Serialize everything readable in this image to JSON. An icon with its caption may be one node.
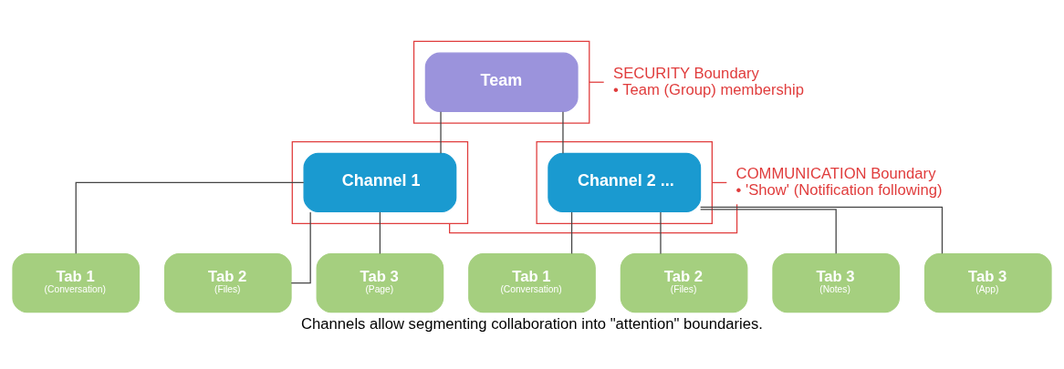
{
  "diagram": {
    "caption": "Channels allow segmenting collaboration into \"attention\" boundaries.",
    "nodes": [
      {
        "text": [],
        "shape": "box"
      },
      {
        "text": [
          "Team"
        ],
        "in": 0
      },
      {
        "text": [
          "SECURITY Boundary",
          "• Team (Group) membership"
        ]
      },
      {
        "text": [],
        "shape": "box"
      },
      {
        "text": [
          "Channel 1"
        ],
        "in": 3
      },
      {
        "text": [
          "COMMUNICATION Boundary",
          "• 'Show' (Notification following)"
        ]
      },
      {
        "text": [],
        "shape": "box"
      },
      {
        "text": [
          "Channel 2 ..."
        ],
        "in": 6
      },
      {
        "text": [
          "Tab 1",
          "(Conversation)"
        ]
      },
      {
        "text": [
          "Tab 2",
          "(Files)"
        ]
      },
      {
        "text": [
          "Tab 3",
          "(Page)"
        ]
      },
      {
        "text": [
          "Tab 1",
          "(Conversation)"
        ]
      },
      {
        "text": [
          "Tab 2",
          "(Files)"
        ]
      },
      {
        "text": [
          "Tab 3",
          "(Notes)"
        ]
      },
      {
        "text": [
          "Tab 3",
          "(App)"
        ]
      }
    ],
    "edges": [
      {
        "from": 2,
        "to": 0,
        "arrow": "none",
        "color": "#e03c3c"
      },
      {
        "from": 1,
        "to": 4,
        "arrow": "none"
      },
      {
        "from": 1,
        "to": 7,
        "arrow": "none"
      },
      {
        "from": 5,
        "to": 3,
        "arrow": "none",
        "color": "#e03c3c"
      },
      {
        "from": 5,
        "to": 6,
        "arrow": "none",
        "color": "#e03c3c"
      },
      {
        "from": 4,
        "to": 8,
        "arrow": "none"
      },
      {
        "from": 4,
        "to": 9,
        "arrow": "none"
      },
      {
        "from": 4,
        "to": 10,
        "arrow": "none"
      },
      {
        "from": 7,
        "to": 11,
        "arrow": "none"
      },
      {
        "from": 7,
        "to": 12,
        "arrow": "none"
      },
      {
        "from": 7,
        "to": 13,
        "arrow": "none"
      },
      {
        "from": 7,
        "to": 14,
        "arrow": "none"
      }
    ]
  }
}
